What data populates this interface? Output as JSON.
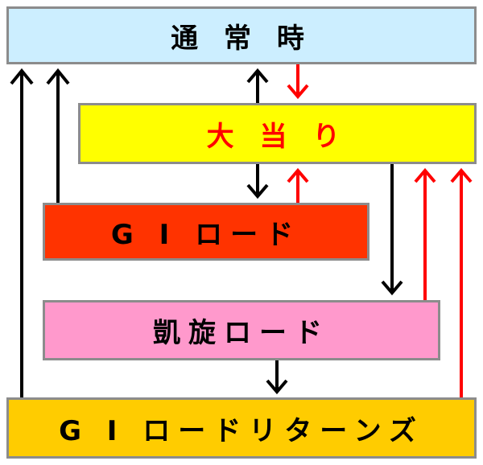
{
  "colors": {
    "normal_fill": "#cceeff",
    "jackpot_fill": "#ffff00",
    "jackpot_text": "#ff0000",
    "g1road_fill": "#ff3300",
    "victory_fill": "#ff99cc",
    "returns_fill": "#ffcc00",
    "arrow_black": "#000000",
    "arrow_red": "#ff0000"
  },
  "nodes": {
    "normal": {
      "label": "通 常 時"
    },
    "jackpot": {
      "label": "大 当 り"
    },
    "g1road": {
      "label": "G I ロード"
    },
    "victory": {
      "label": "凱旋ロード"
    },
    "returns": {
      "label": "G I ロードリターンズ"
    }
  },
  "edges": [
    {
      "from": "returns",
      "to": "normal",
      "color": "black"
    },
    {
      "from": "g1road",
      "to": "normal",
      "color": "black"
    },
    {
      "from": "jackpot",
      "to": "normal",
      "color": "black"
    },
    {
      "from": "normal",
      "to": "jackpot",
      "color": "red"
    },
    {
      "from": "jackpot",
      "to": "g1road",
      "color": "black"
    },
    {
      "from": "g1road",
      "to": "jackpot",
      "color": "red"
    },
    {
      "from": "jackpot",
      "to": "victory",
      "color": "black"
    },
    {
      "from": "victory",
      "to": "jackpot",
      "color": "red"
    },
    {
      "from": "returns",
      "to": "jackpot",
      "color": "red"
    },
    {
      "from": "victory",
      "to": "returns",
      "color": "black"
    }
  ]
}
